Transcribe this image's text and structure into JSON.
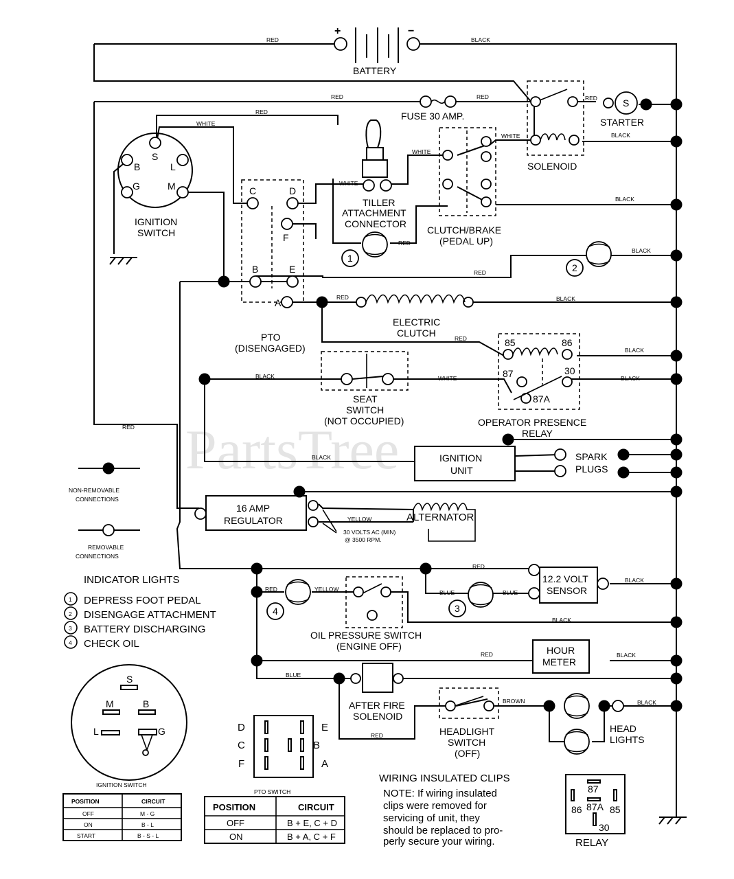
{
  "watermark": "PartsTree",
  "wire_colors": {
    "red": "RED",
    "black": "BLACK",
    "white": "WHITE",
    "yellow": "YELLOW",
    "blue": "BLUE",
    "brown": "BROWN"
  },
  "symbols": {
    "plus": "+",
    "minus": "−"
  },
  "components": {
    "battery": "BATTERY",
    "fuse": "FUSE 30 AMP.",
    "starter": "STARTER",
    "starter_symbol": "S",
    "solenoid": "SOLENOID",
    "ignition_switch": [
      "IGNITION",
      "SWITCH"
    ],
    "ignition_terminals": {
      "b": "B",
      "s": "S",
      "l": "L",
      "g": "G",
      "m": "M"
    },
    "tiller_connector": [
      "TILLER",
      "ATTACHMENT",
      "CONNECTOR"
    ],
    "clutch_brake": [
      "CLUTCH/BRAKE",
      "(PEDAL UP)"
    ],
    "pto_terminals": {
      "c": "C",
      "d": "D",
      "f": "F",
      "b": "B",
      "e": "E",
      "a": "A"
    },
    "pto": [
      "PTO",
      "(DISENGAGED)"
    ],
    "electric_clutch": [
      "ELECTRIC",
      "CLUTCH"
    ],
    "relay_terminals": {
      "t85": "85",
      "t86": "86",
      "t87": "87",
      "t30": "30",
      "t87a": "87A"
    },
    "seat_switch": [
      "SEAT",
      "SWITCH",
      "(NOT OCCUPIED)"
    ],
    "operator_relay": [
      "OPERATOR PRESENCE",
      "RELAY"
    ],
    "ignition_unit": [
      "IGNITION",
      "UNIT"
    ],
    "spark_plugs": [
      "SPARK",
      "PLUGS"
    ],
    "regulator": [
      "16 AMP",
      "REGULATOR"
    ],
    "alternator": "ALTERNATOR",
    "alternator_note": [
      "30 VOLTS AC (MIN)",
      "@ 3500 RPM."
    ],
    "volt_sensor": [
      "12.2 VOLT",
      "SENSOR"
    ],
    "oil_switch": [
      "OIL PRESSURE SWITCH",
      "(ENGINE OFF)"
    ],
    "hour_meter": [
      "HOUR",
      "METER"
    ],
    "after_fire": [
      "AFTER FIRE",
      "SOLENOID"
    ],
    "headlight_switch": [
      "HEADLIGHT",
      "SWITCH",
      "(OFF)"
    ],
    "head_lights": [
      "HEAD",
      "LIGHTS"
    ],
    "indicator_numbers": [
      "1",
      "2",
      "3",
      "4"
    ]
  },
  "legend": {
    "non_removable": [
      "NON-REMOVABLE",
      "CONNECTIONS"
    ],
    "removable": [
      "REMOVABLE",
      "CONNECTIONS"
    ]
  },
  "indicator_lights": {
    "title": "INDICATOR LIGHTS",
    "items": [
      {
        "num": "1",
        "label": "DEPRESS FOOT PEDAL"
      },
      {
        "num": "2",
        "label": "DISENGAGE ATTACHMENT"
      },
      {
        "num": "3",
        "label": "BATTERY DISCHARGING"
      },
      {
        "num": "4",
        "label": "CHECK OIL"
      }
    ]
  },
  "ignition_face": {
    "terminals": {
      "s": "S",
      "m": "M",
      "b": "B",
      "l": "L",
      "g": "G"
    },
    "caption": "IGNITION SWITCH",
    "table": {
      "headers": [
        "POSITION",
        "CIRCUIT"
      ],
      "rows": [
        [
          "OFF",
          "M - G"
        ],
        [
          "ON",
          "B - L"
        ],
        [
          "START",
          "B - S - L"
        ]
      ]
    }
  },
  "pto_face": {
    "left_labels": [
      "D",
      "C",
      "F"
    ],
    "right_labels": [
      "E",
      "B",
      "A"
    ],
    "caption": "PTO SWITCH",
    "table": {
      "headers": [
        "POSITION",
        "CIRCUIT"
      ],
      "rows": [
        [
          "OFF",
          "B + E, C + D"
        ],
        [
          "ON",
          "B + A, C + F"
        ]
      ]
    }
  },
  "clips_note": {
    "title": "WIRING INSULATED CLIPS",
    "lines": [
      "NOTE: If wiring insulated",
      "clips were removed for",
      "servicing of unit, they",
      "should be replaced to pro-",
      "perly secure your wiring."
    ]
  },
  "relay_face": {
    "labels": {
      "t87": "87",
      "t87a": "87A",
      "t86": "86",
      "t85": "85",
      "t30": "30"
    },
    "caption": "RELAY"
  }
}
